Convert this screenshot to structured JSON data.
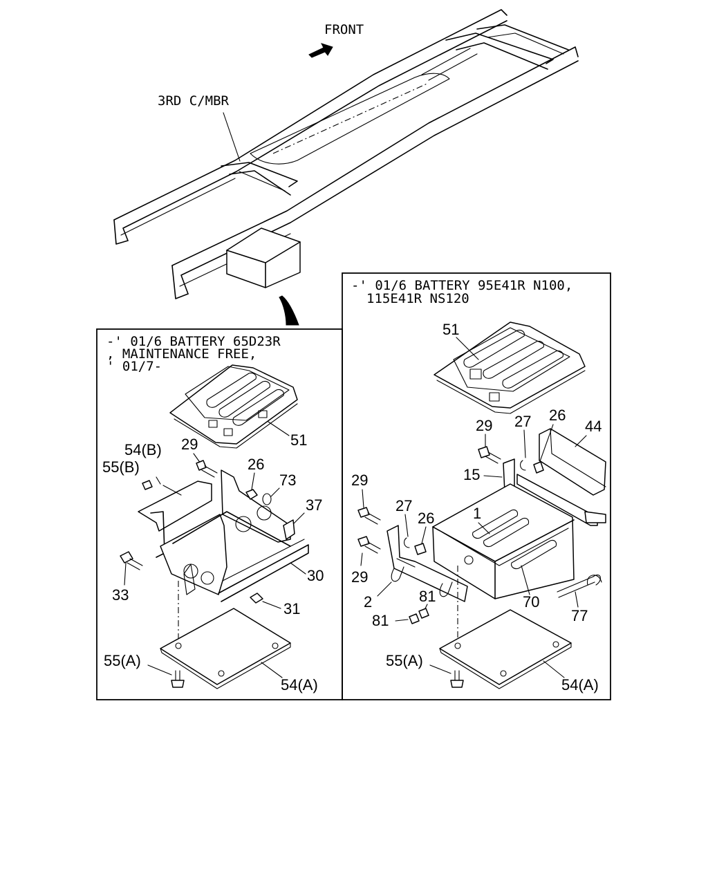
{
  "labels": {
    "front": "FRONT",
    "third_crossmember": "3RD C/MBR"
  },
  "left_panel": {
    "note_line1": "-' 01/6 BATTERY 65D23R",
    "note_line2": ", MAINTENANCE FREE,",
    "note_line3": "' 01/7-",
    "callouts": {
      "p51": "51",
      "p54b": "54(B)",
      "p55b": "55(B)",
      "p29": "29",
      "p26": "26",
      "p73": "73",
      "p37": "37",
      "p33": "33",
      "p30": "30",
      "p31": "31",
      "p55a": "55(A)",
      "p54a": "54(A)"
    }
  },
  "right_panel": {
    "note_line1": "-' 01/6 BATTERY 95E41R N100,",
    "note_line2": "115E41R NS120",
    "callouts": {
      "p51": "51",
      "p29a": "29",
      "p27a": "27",
      "p26a": "26",
      "p44": "44",
      "p15": "15",
      "p29b": "29",
      "p27b": "27",
      "p26b": "26",
      "p1": "1",
      "p29c": "29",
      "p2": "2",
      "p81a": "81",
      "p81b": "81",
      "p70": "70",
      "p77": "77",
      "p55a": "55(A)",
      "p54a": "54(A)"
    }
  }
}
